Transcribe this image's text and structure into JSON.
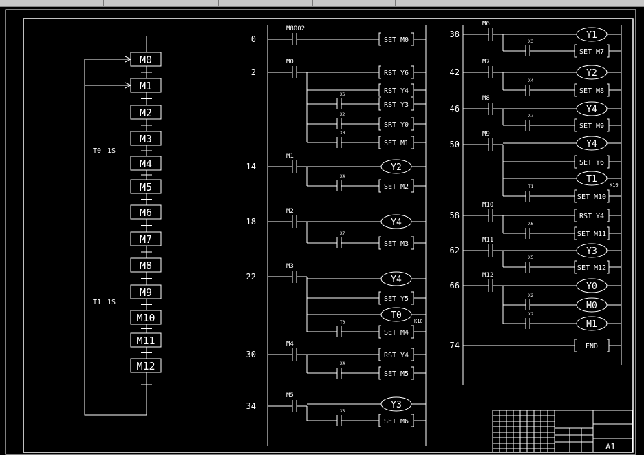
{
  "tabs": [
    {
      "label": ""
    },
    {
      "label": ""
    },
    {
      "label": ""
    },
    {
      "label": ""
    }
  ],
  "sfc": {
    "steps": [
      "M0",
      "M1",
      "M2",
      "M3",
      "M4",
      "M5",
      "M6",
      "M7",
      "M8",
      "M9",
      "M10",
      "M11",
      "M12"
    ],
    "timer_labels": [
      {
        "timer": "T0",
        "value": "1S"
      },
      {
        "timer": "T1",
        "value": "1S"
      }
    ]
  },
  "ladder": {
    "left_rungs": [
      {
        "step": "0",
        "contact": "M8002",
        "coils": [
          "SET  M0"
        ]
      },
      {
        "step": "2",
        "contact": "M0",
        "coils": [
          "RST  Y6",
          "RST  Y4",
          "RST  Y3",
          "SRT  Y0",
          "SET  M1"
        ],
        "branch_contacts": [
          "X6",
          "X2",
          "X0"
        ]
      },
      {
        "step": "14",
        "contact": "M1",
        "coils": [
          "Y2",
          "SET  M2"
        ],
        "branch_contacts": [
          "X4"
        ]
      },
      {
        "step": "18",
        "contact": "M2",
        "coils": [
          "Y4",
          "SET  M3"
        ],
        "branch_contacts": [
          "X7"
        ]
      },
      {
        "step": "22",
        "contact": "M3",
        "coils": [
          "Y4",
          "SET  Y5",
          "T0",
          "SET  M4"
        ],
        "branch_contacts": [
          "T0"
        ],
        "timer_const": "K10"
      },
      {
        "step": "30",
        "contact": "M4",
        "coils": [
          "RST  Y4",
          "SET  M5"
        ],
        "branch_contacts": [
          "X4"
        ]
      },
      {
        "step": "34",
        "contact": "M5",
        "coils": [
          "Y3",
          "SET  M6"
        ],
        "branch_contacts": [
          "X5"
        ]
      }
    ],
    "right_rungs": [
      {
        "step": "38",
        "contact": "M6",
        "coils": [
          "Y1",
          "SET  M7"
        ],
        "branch_contacts": [
          "X3"
        ]
      },
      {
        "step": "42",
        "contact": "M7",
        "coils": [
          "Y2",
          "SET  M8"
        ],
        "branch_contacts": [
          "X4"
        ]
      },
      {
        "step": "46",
        "contact": "M8",
        "coils": [
          "Y4",
          "SET  M9"
        ],
        "branch_contacts": [
          "X7"
        ]
      },
      {
        "step": "50",
        "contact": "M9",
        "coils": [
          "Y4",
          "SET  Y6",
          "T1",
          "SET  M10"
        ],
        "branch_contacts": [
          "T1"
        ],
        "timer_const": "K10"
      },
      {
        "step": "58",
        "contact": "M10",
        "coils": [
          "RST  Y4",
          "SET  M11"
        ],
        "branch_contacts": [
          "X6"
        ]
      },
      {
        "step": "62",
        "contact": "M11",
        "coils": [
          "Y3",
          "SET  M12"
        ],
        "branch_contacts": [
          "X5"
        ]
      },
      {
        "step": "66",
        "contact": "M12",
        "coils": [
          "Y0",
          "M0",
          "M1"
        ],
        "branch_contacts": [
          "X2",
          "X2"
        ]
      },
      {
        "step": "74",
        "contact": "",
        "coils": [
          "END"
        ]
      }
    ]
  },
  "title_block": {
    "sheet_size": "A1"
  }
}
